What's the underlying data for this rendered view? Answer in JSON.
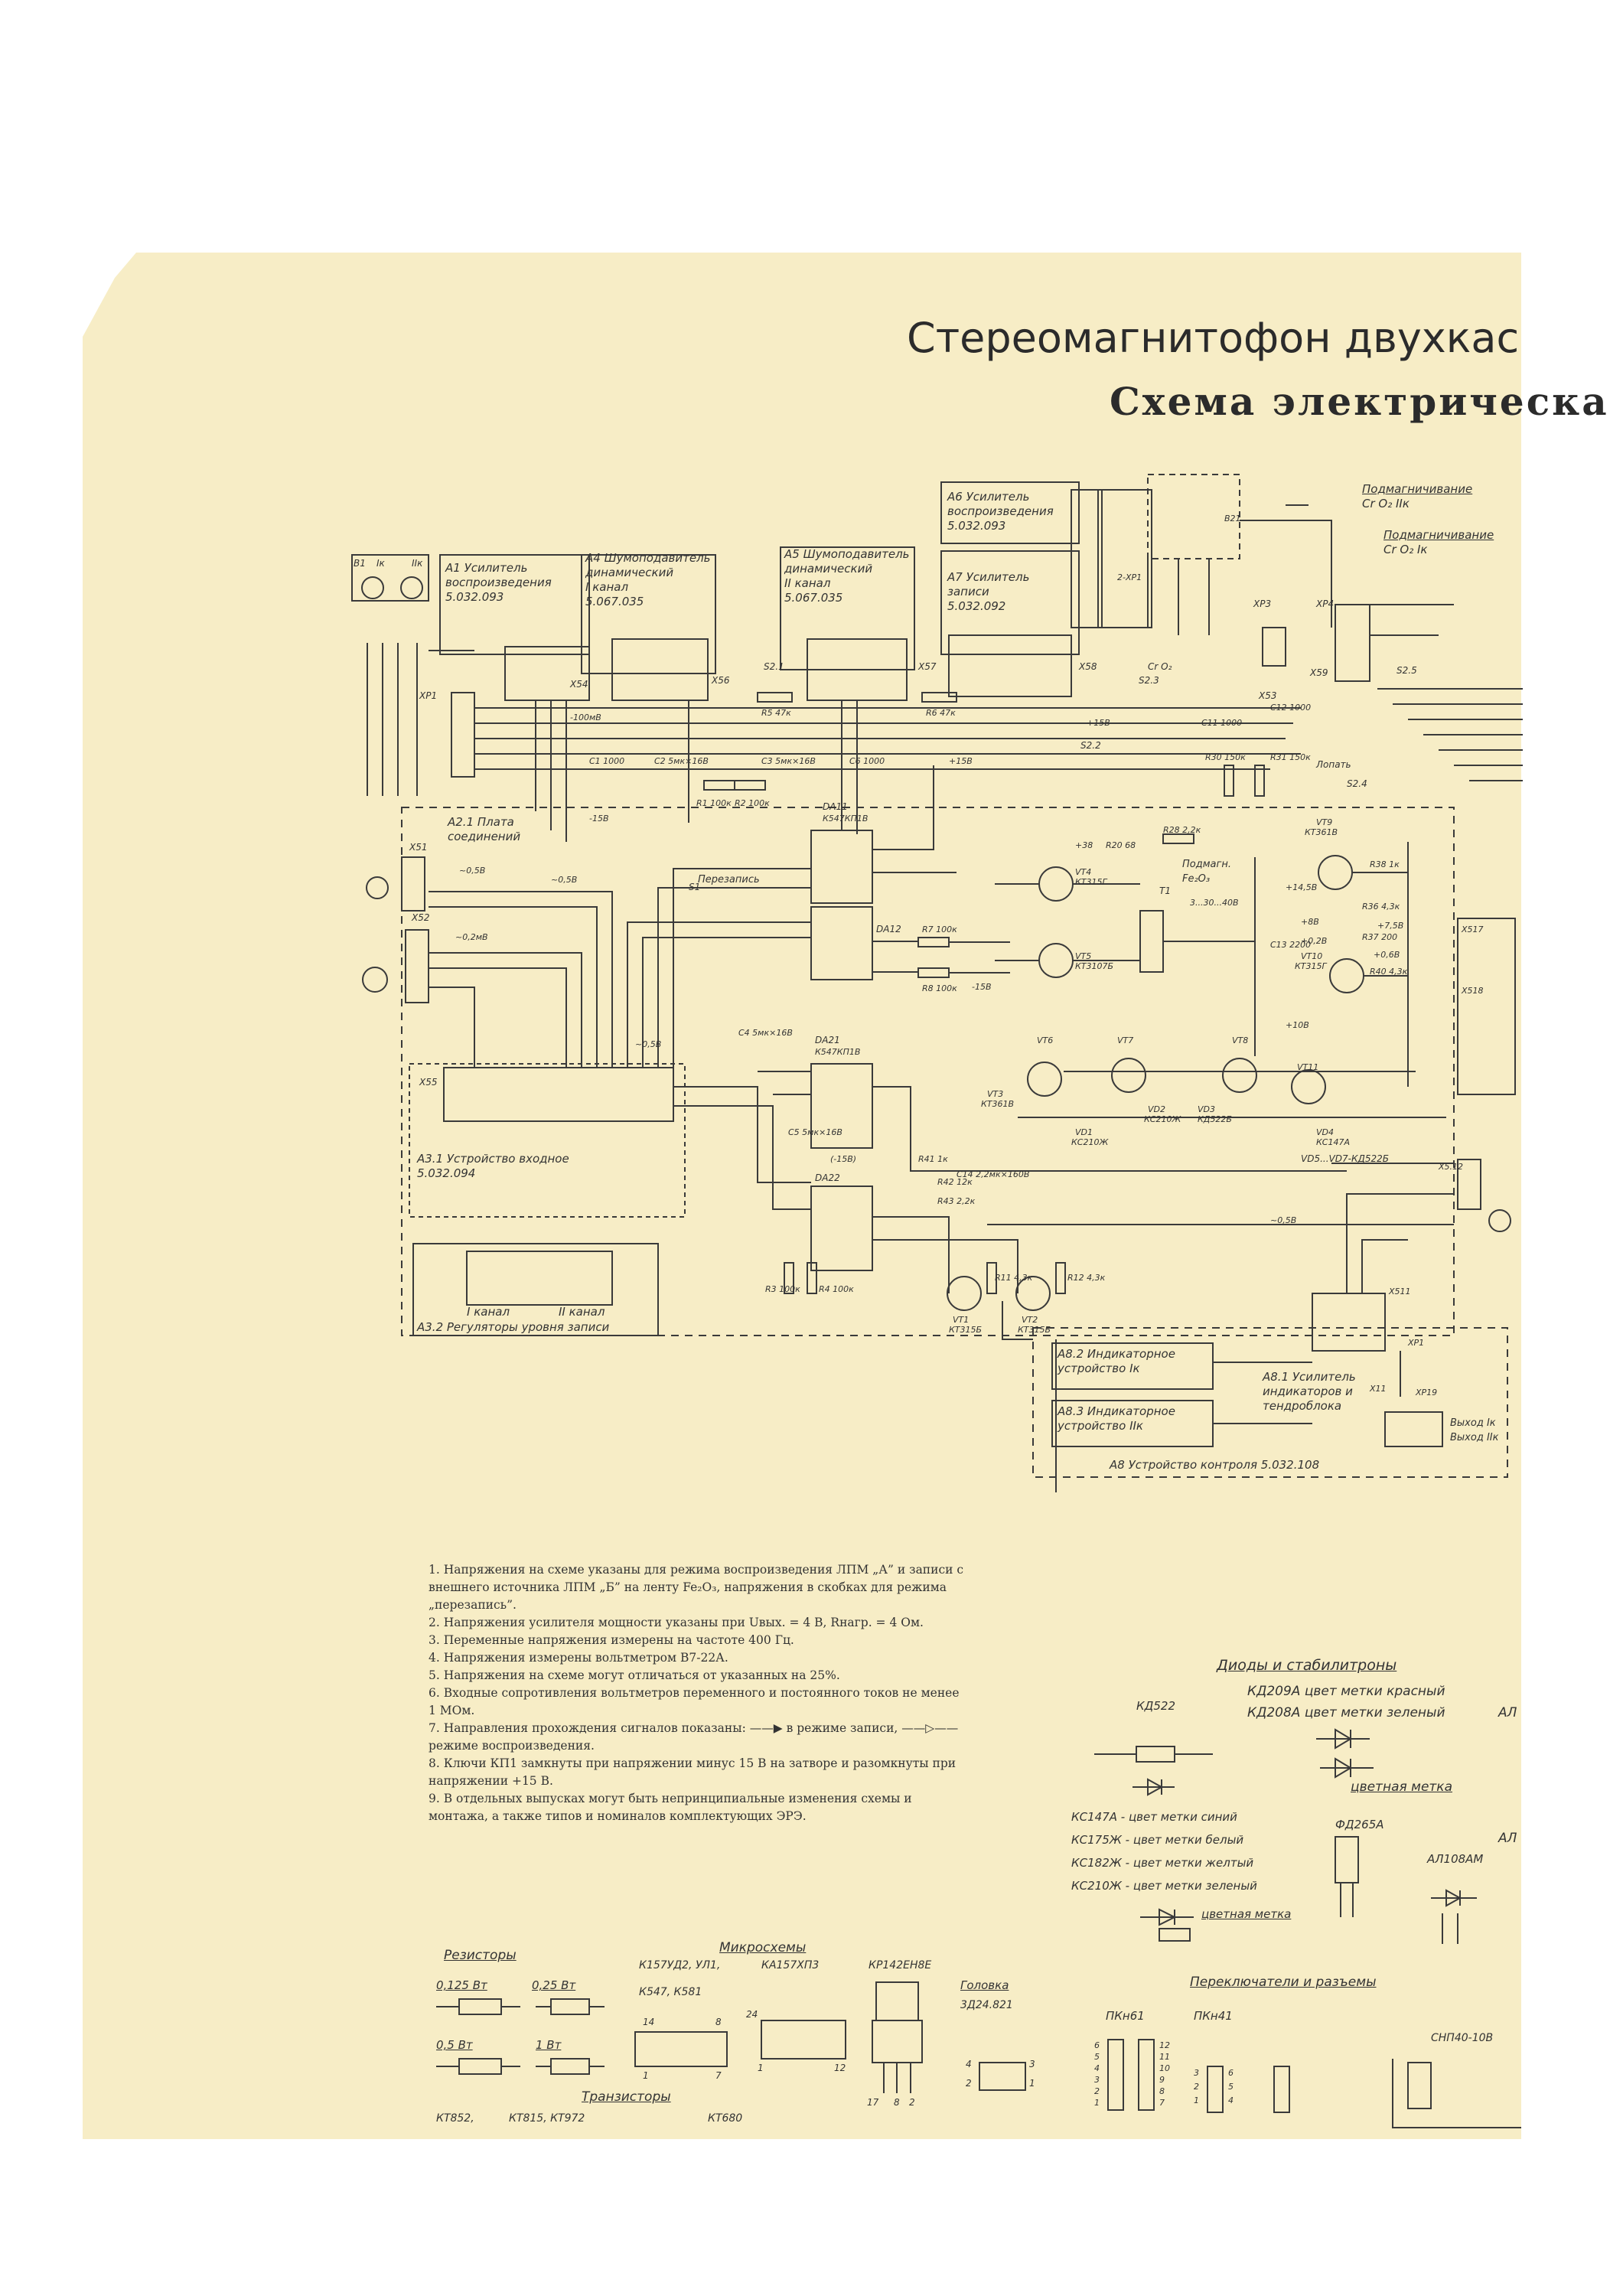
{
  "title": {
    "line1": "Стереомагнитофон двухкас",
    "line2": "Схема электрическа"
  },
  "blocks": {
    "a1": [
      "А1 Усилитель",
      "воспроизведения",
      "5.032.093"
    ],
    "a4": [
      "А4 Шумоподавитель",
      "динамический",
      "I канал",
      "5.067.035"
    ],
    "a5": [
      "А5 Шумоподавитель",
      "динамический",
      "II канал",
      "5.067.035"
    ],
    "a6": [
      "А6 Усилитель",
      "воспроизведения",
      "5.032.093"
    ],
    "a7": [
      "А7 Усилитель",
      "записи",
      "5.032.092"
    ],
    "a21": [
      "А2.1 Плата",
      "соединений"
    ],
    "a31": [
      "А3.1 Устройство входное",
      "5.032.094"
    ],
    "a32": [
      "А3.2 Регуляторы уровня записи"
    ],
    "a32_ch": [
      "I канал",
      "II канал"
    ],
    "a82": [
      "А8.2 Индикаторное",
      "устройство Iк"
    ],
    "a83": [
      "А8.3 Индикаторное",
      "устройство IIк"
    ],
    "a81": [
      "А8.1 Усилитель",
      "индикаторов и",
      "тендроблока"
    ],
    "a8": [
      "А8 Устройство контроля 5.032.108"
    ],
    "podmag1": [
      "Подмагничивание",
      "Cr O₂ IIк"
    ],
    "podmag2": [
      "Подмагничивание",
      "Cr O₂ Iк"
    ],
    "outputs": [
      "Выход Iк",
      "Выход IIк"
    ],
    "bias": [
      "Подмагн.",
      "Fe₂O₃"
    ]
  },
  "components": {
    "refs": [
      "В1",
      "Iк",
      "IIк",
      "ХР1",
      "Х55",
      "Х54",
      "Х56",
      "S2.1",
      "Х57",
      "Х58",
      "Cr O₂",
      "S2.3",
      "S2.2",
      "Х53",
      "ХР3",
      "ХР4",
      "Х59",
      "S2.5",
      "Лопать",
      "S2.4",
      "Х51",
      "Х52",
      "S1",
      "Перезапись",
      "DA11",
      "К547КП1В",
      "DA12",
      "DA21",
      "К547КП1В",
      "DA22",
      "Т1",
      "VT9",
      "КТ361В",
      "VT10",
      "КТ315Г",
      "VT3",
      "КТ361В",
      "VT4",
      "КТ315Г",
      "VT5",
      "КТ3107Б",
      "VT6",
      "VT7",
      "VT8",
      "VT11",
      "VT1",
      "КТ315Б",
      "VT2",
      "КТ315Б",
      "VD1",
      "КС210Ж",
      "VD2",
      "КС210Ж",
      "VD3",
      "КД522Б",
      "VD4",
      "КС147А",
      "VD5...VD7-КД522Б",
      "Х5.12",
      "Х511",
      "ХР1",
      "Х11",
      "ХР19",
      "Х517",
      "Х518",
      "В21",
      "2-ХР1"
    ],
    "values": [
      "C1 1000",
      "C2 5мк×16В",
      "C3 5мк×16В",
      "C4 5мк×16В",
      "C5 5мк×16В",
      "C6 1000",
      "C11 1000",
      "C12 1000",
      "C13 2200",
      "C14 2,2мк×160В",
      "R1 100к",
      "R2 100к",
      "R3 100к",
      "R4 100к",
      "R5 47к",
      "R6 47к",
      "R7 100к",
      "R8 100к",
      "R11 4,3к",
      "R12 4,3к",
      "R30 150к",
      "R31 150к",
      "R38 1к",
      "R36 4,3к",
      "R37 200",
      "R40 4,3к",
      "R41 1к",
      "R42 12к",
      "R43 2,2к",
      "-100мВ",
      "-15В",
      "+15В",
      "+15В",
      "~0,5В",
      "~0,5В",
      "~0,2мВ",
      "~0,5В",
      "+38",
      "R20 68",
      "R28 2,2к",
      "3...30...40В",
      "+14,5В",
      "+8В",
      "+0,2В",
      "+0,6В",
      "+7,5В",
      "-15В",
      "+10В",
      "(-15В)",
      "~0,5В"
    ]
  },
  "notes": [
    "1. Напряжения на схеме указаны для режима воспроизведения ЛПМ „А” и записи с внешнего источника ЛПМ „Б” на ленту Fe₂O₃, напряжения в скобках для режима „перезапись”.",
    "2. Напряжения усилителя мощности указаны при Uвых. = 4 В, Rнагр. = 4 Ом.",
    "3. Переменные напряжения измерены на частоте 400 Гц.",
    "4. Напряжения измерены вольтметром В7-22А.",
    "5. Напряжения на схеме могут отличаться от указанных на 25%.",
    "6. Входные сопротивления вольтметров переменного и постоянного токов не менее 1 МОм.",
    "7. Направления прохождения сигналов показаны: ——▶ в режиме записи, ——▷—— режиме воспроизведения.",
    "8. Ключи КП1 замкнуты при напряжении минус 15 В на затворе и разомкнуты при напряжении +15 В.",
    "9. В отдельных выпусках могут быть непринципиальные изменения схемы и монтажа, а также типов и номиналов комплектующих ЭРЭ."
  ],
  "legend": {
    "diodes_title": "Диоды и стабилитроны",
    "kd522": "КД522",
    "kd209": "КД209А цвет метки красный",
    "kd208": "КД208А цвет метки зеленый",
    "al_cut": "АЛ",
    "color_mark": "цветная метка",
    "ks147": "КС147А - цвет метки синий",
    "ks175": "КС175Ж - цвет метки белый",
    "ks182": "КС182Ж - цвет метки желтый",
    "ks210": "КС210Ж - цвет метки зеленый",
    "color_mark2": "цветная метка",
    "fd265": "ФД265А",
    "al108": "АЛ108АМ",
    "al_cut2": "АЛ",
    "resistors_title": "Резисторы",
    "r0125": "0,125 Вт",
    "r025": "0,25 Вт",
    "r05": "0,5 Вт",
    "r1": "1 Вт",
    "micro_title": "Микросхемы",
    "k157": "К157УД2, УЛ1,",
    "k547": "К547, К581",
    "ka157": "КА157ХП3",
    "kr142": "КР142ЕН8Е",
    "pins_a": [
      "14",
      "8",
      "1",
      "7"
    ],
    "pins_b": [
      "24",
      "1",
      "12"
    ],
    "pins_c": [
      "17",
      "8",
      "2"
    ],
    "head_title": "Головка",
    "head": "3Д24.821",
    "head_pins": [
      "4",
      "3",
      "2",
      "1"
    ],
    "trans_title": "Транзисторы",
    "trans": [
      "КТ852,",
      "КТ815, КТ972",
      "КТ680"
    ],
    "switch_title": "Переключатели и разъемы",
    "pkn61": "ПКн61",
    "pkn41": "ПКн41",
    "snp": "СНП40-10В",
    "pkn61_pins": [
      "6",
      "5",
      "4",
      "3",
      "2",
      "1",
      "12",
      "11",
      "10",
      "9",
      "8",
      "7"
    ],
    "pkn41_pins": [
      "3",
      "2",
      "1",
      "6",
      "5",
      "4"
    ]
  }
}
